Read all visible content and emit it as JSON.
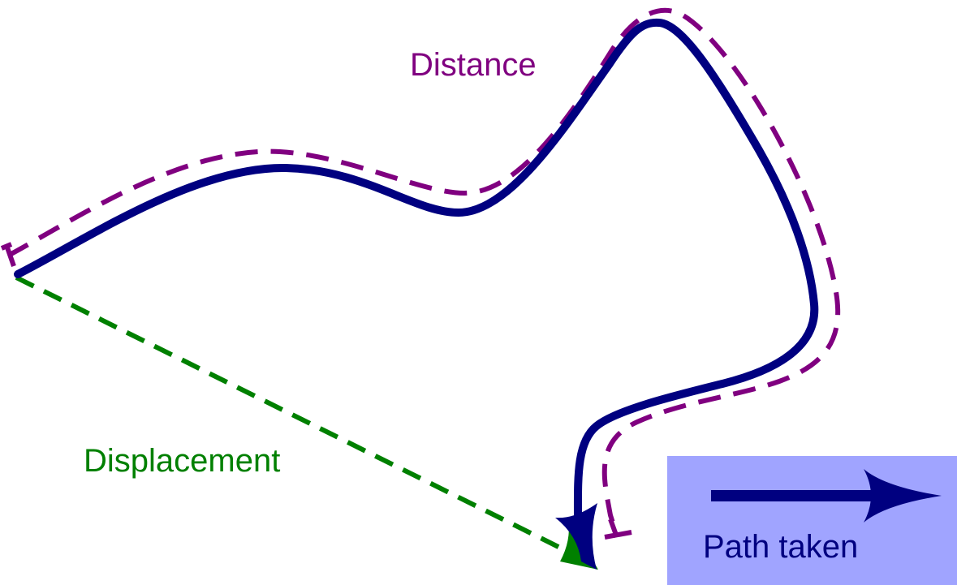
{
  "labels": {
    "distance": "Distance",
    "displacement": "Displacement",
    "path_taken": "Path taken"
  },
  "colors": {
    "path": "#000080",
    "distance": "#800080",
    "displacement": "#008000",
    "legend_background": "#a0a4ff",
    "background": "#ffffff"
  },
  "icons": {
    "legend_arrow": "right-arrow-icon",
    "path_arrowhead": "arrowhead-icon"
  }
}
